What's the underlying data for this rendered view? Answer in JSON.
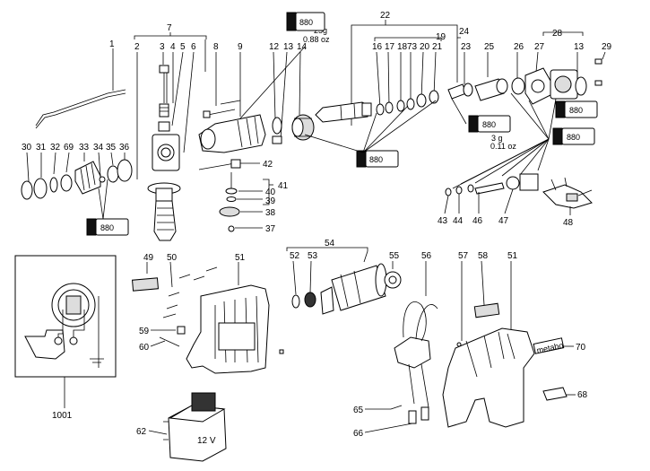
{
  "callouts": {
    "c1": "1",
    "c2": "2",
    "c3": "3",
    "c4": "4",
    "c5": "5",
    "c6": "6",
    "c7": "7",
    "c8": "8",
    "c9": "9",
    "c12": "12",
    "c13a": "13",
    "c14": "14",
    "c16": "16",
    "c17": "17",
    "c18": "18",
    "c73": "73",
    "c19": "19",
    "c20": "20",
    "c21": "21",
    "c22": "22",
    "c23": "23",
    "c24": "24",
    "c25": "25",
    "c26": "26",
    "c27": "27",
    "c28": "28",
    "c13b": "13",
    "c29": "29",
    "c30": "30",
    "c31": "31",
    "c32": "32",
    "c69": "69",
    "c33": "33",
    "c34": "34",
    "c35": "35",
    "c36": "36",
    "c42": "42",
    "c40": "40",
    "c41": "41",
    "c39": "39",
    "c38": "38",
    "c37": "37",
    "c43": "43",
    "c44": "44",
    "c46": "46",
    "c47": "47",
    "c48": "48",
    "c49": "49",
    "c50": "50",
    "c51a": "51",
    "c59": "59",
    "c60": "60",
    "c54": "54",
    "c52": "52",
    "c53": "53",
    "c55": "55",
    "c56": "56",
    "c57": "57",
    "c58": "58",
    "c51b": "51",
    "c70": "70",
    "c68": "68",
    "c65": "65",
    "c66": "66",
    "c62": "62",
    "c1001": "1001"
  },
  "grease_tubes": {
    "t1": "880",
    "t2": "880",
    "t3": "880",
    "t4": "880",
    "t5": "880",
    "t6": "880"
  },
  "grease_notes": {
    "top_g": "25g",
    "top_oz": "0.88 oz",
    "mid_g": "3 g",
    "mid_oz": "0.11 oz"
  },
  "battery_label": "12 V",
  "housing_label": "metabo",
  "icon": "exploded-parts-diagram"
}
